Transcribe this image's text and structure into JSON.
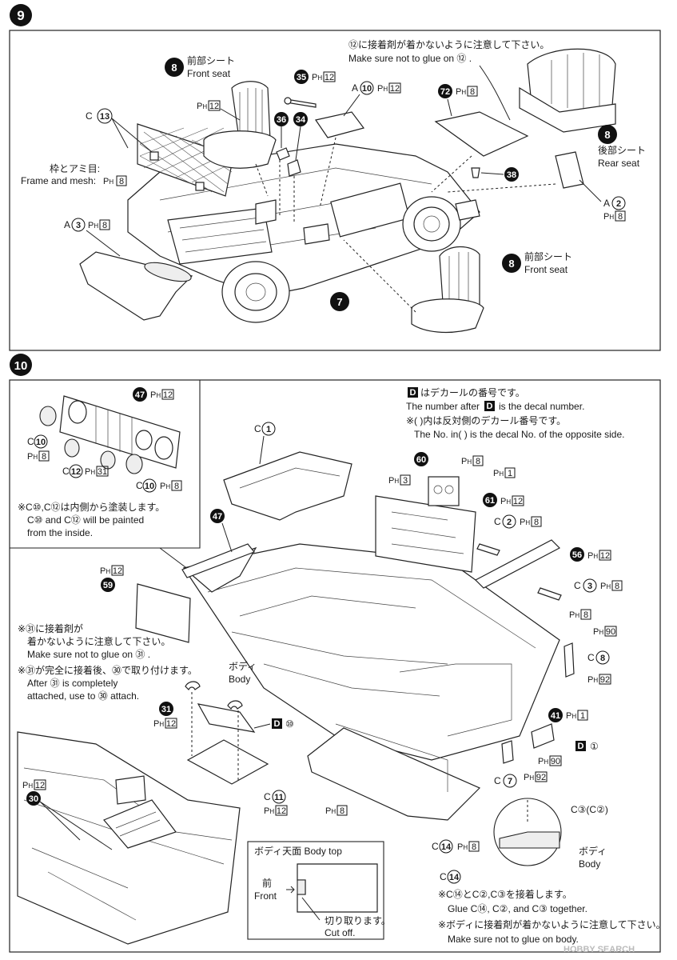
{
  "step9": {
    "number": "9",
    "note_ja": "⑫に接着剤が着かないように注意して下さい。",
    "note_en": "Make sure not to glue on ⑫ .",
    "front_seat_top": {
      "step": "8",
      "ja": "前部シート",
      "en": "Front seat",
      "ph": "12"
    },
    "front_seat_bottom": {
      "step": "8",
      "ja": "前部シート",
      "en": "Front seat"
    },
    "rear_seat": {
      "step": "8",
      "ja": "後部シート",
      "en": "Rear seat"
    },
    "frame": {
      "part": "13",
      "prefix": "C",
      "ja": "枠とアミ目:",
      "en": "Frame and mesh:",
      "ph": "8"
    },
    "p35": {
      "part": "35",
      "ph": "12"
    },
    "p36": {
      "part": "36"
    },
    "p34": {
      "part": "34"
    },
    "a10": {
      "prefix": "A",
      "part": "10",
      "ph": "12"
    },
    "p72": {
      "part": "72",
      "ph": "8"
    },
    "p38": {
      "part": "38"
    },
    "a2": {
      "prefix": "A",
      "part": "2",
      "ph": "8"
    },
    "a3": {
      "prefix": "A",
      "part": "3",
      "ph": "8"
    },
    "base_step": "7"
  },
  "step10": {
    "number": "10",
    "decal_note_ja": "はデカールの番号です。",
    "decal_note_en_pre": "The number after",
    "decal_note_en_post": "is the decal number.",
    "decal_letter": "D",
    "opposite_ja": "※(  )内は反対側のデカール番号です。",
    "opposite_en": "The No. in(  ) is the decal No. of the opposite side.",
    "inset": {
      "p47": {
        "part": "47",
        "ph": "12"
      },
      "c10a": {
        "prefix": "C",
        "part": "10",
        "ph": "8"
      },
      "c12": {
        "prefix": "C",
        "part": "12",
        "ph": "31"
      },
      "c10b": {
        "prefix": "C",
        "part": "10",
        "ph": "8"
      },
      "note_ja": "※C⑩,C⑫は内側から塗装します。",
      "note_en1": "C⑩ and C⑫ will be painted",
      "note_en2": "from the inside."
    },
    "c1": {
      "prefix": "C",
      "part": "1"
    },
    "p47": {
      "part": "47"
    },
    "p60": {
      "part": "60",
      "ph_a": "8",
      "ph_b": "3",
      "ph_c": "1"
    },
    "p61": {
      "part": "61",
      "ph": "12"
    },
    "c2": {
      "prefix": "C",
      "part": "2",
      "ph": "8"
    },
    "p56": {
      "part": "56",
      "ph": "12"
    },
    "c3": {
      "prefix": "C",
      "part": "3",
      "ph": "8"
    },
    "p59": {
      "part": "59",
      "ph": "12"
    },
    "glue31_ja1": "※㉛に接着剤が",
    "glue31_ja2": "着かないように注意して下さい。",
    "glue31_en": "Make sure not to glue on ㉛ .",
    "attach_ja": "※㉛が完全に接着後、㉚で取り付けます。",
    "attach_en1": "After ㉛ is completely",
    "attach_en2": "attached, use to ㉚ attach.",
    "body": {
      "ja": "ボディ",
      "en": "Body"
    },
    "c8": {
      "prefix": "C",
      "part": "8",
      "ph_a": "8",
      "ph_b": "90",
      "ph_c": "92"
    },
    "p31": {
      "part": "31",
      "ph": "12"
    },
    "d10": {
      "letter": "D",
      "num": "⑩"
    },
    "p41": {
      "part": "41",
      "ph": "1"
    },
    "d1": {
      "letter": "D",
      "num": "①"
    },
    "ph90": "90",
    "c7": {
      "prefix": "C",
      "part": "7",
      "ph": "92"
    },
    "c11": {
      "prefix": "C",
      "part": "11",
      "ph": "12"
    },
    "ph8_floor": "8",
    "p30": {
      "part": "30",
      "ph": "12"
    },
    "c3c2": "C③(C②)",
    "body2": {
      "ja": "ボディ",
      "en": "Body"
    },
    "c14a": {
      "prefix": "C",
      "part": "14",
      "ph": "8"
    },
    "c14b": {
      "prefix": "C",
      "part": "14"
    },
    "glue_ja": "※C⑭とC②,C③を接着します。",
    "glue_en": "Glue C⑭, C②, and C③ together.",
    "body_glue_ja": "※ボディに接着剤が着かないように注意して下さい。",
    "body_glue_en": "Make sure not to glue on body.",
    "bodytop": {
      "title": "ボディ天面 Body top",
      "front_ja": "前",
      "front_en": "Front",
      "cut_ja": "切り取ります。",
      "cut_en": "Cut off."
    }
  },
  "watermark": "HOBBY SEARCH"
}
